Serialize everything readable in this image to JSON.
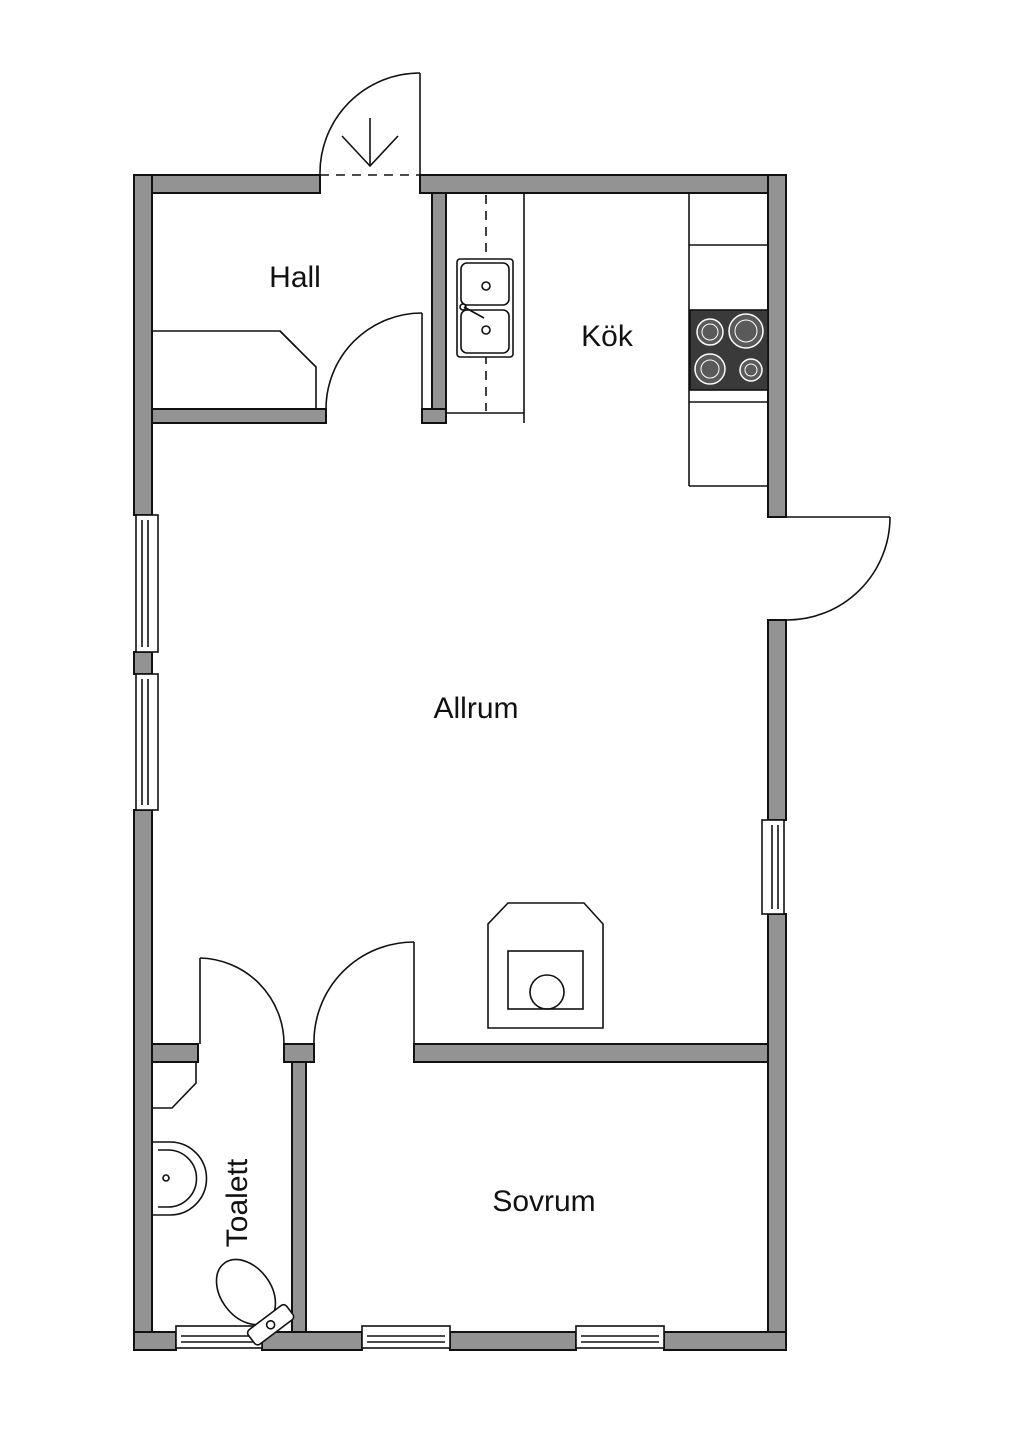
{
  "rooms": {
    "hall": "Hall",
    "kok": "Kök",
    "allrum": "Allrum",
    "toalett": "Toalett",
    "sovrum": "Sovrum"
  },
  "colors": {
    "wall_fill": "#939393",
    "line": "#111111",
    "stove_top": "#3a3a3a",
    "background": "#ffffff"
  },
  "icons": [
    "entry-arrow-icon",
    "sink-icon",
    "stove-icon",
    "fireplace-icon",
    "washbasin-icon",
    "toilet-icon"
  ]
}
